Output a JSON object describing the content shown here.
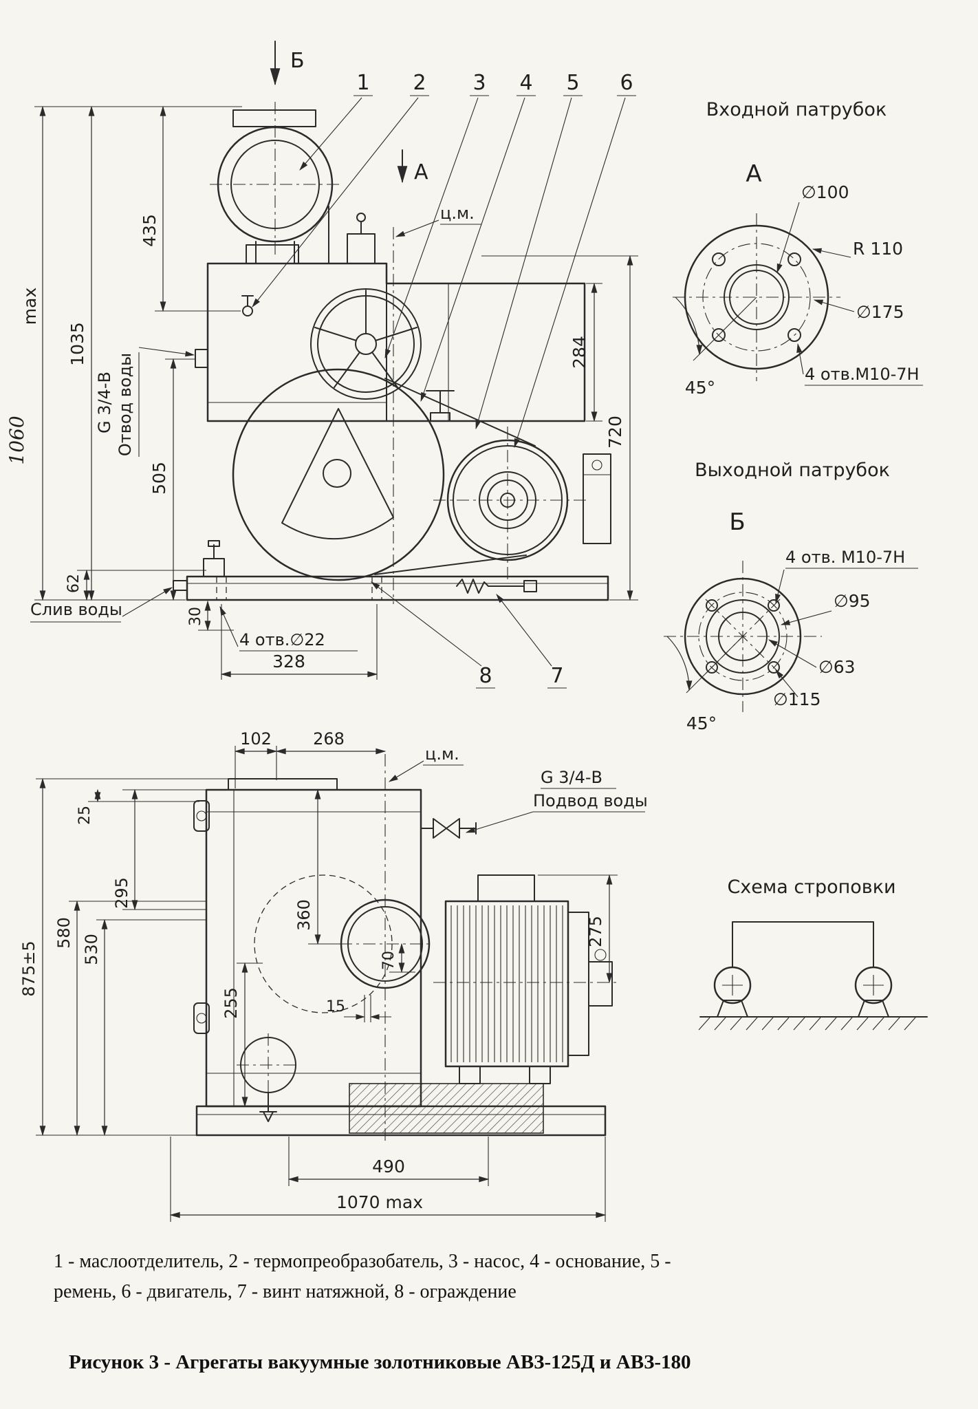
{
  "page": {
    "background": "#f7f5ef",
    "ink": "#2b2b2b"
  },
  "front_view": {
    "section_arrow_top": "Б",
    "section_arrow_mid": "А",
    "center_of_mass": "ц.м.",
    "callout_1": "1",
    "callout_2": "2",
    "callout_3": "3",
    "callout_4": "4",
    "callout_5": "5",
    "callout_6": "6",
    "callout_7": "7",
    "callout_8": "8",
    "dim_435": "435",
    "dim_1035": "1035",
    "dim_max": "max",
    "dim_1060_handwritten": "1060",
    "dim_505": "505",
    "dim_62": "62",
    "dim_284": "284",
    "dim_720": "720",
    "dim_30": "30",
    "base_holes": "4 отв.∅22",
    "dim_328": "328",
    "water_outlet_thread": "G 3/4-В",
    "water_outlet_label": "Отвод воды",
    "water_drain_label": "Слив воды"
  },
  "inlet_view": {
    "title": "Входной патрубок",
    "view_label": "А",
    "dia_100": "∅100",
    "radius_110": "R 110",
    "dia_175": "∅175",
    "bolt_holes": "4 отв.М10-7Н",
    "angle_45": "45°"
  },
  "outlet_view": {
    "title": "Выходной патрубок",
    "view_label": "Б",
    "bolt_holes": "4 отв. М10-7Н",
    "dia_95": "∅95",
    "dia_63": "∅63",
    "dia_115": "∅115",
    "angle_45": "45°"
  },
  "side_view": {
    "center_of_mass": "ц.м.",
    "dim_102": "102",
    "dim_268": "268",
    "water_inlet_thread": "G 3/4-В",
    "water_inlet_label": "Подвод воды",
    "dim_25": "25",
    "dim_295": "295",
    "dim_580": "580",
    "dim_530": "530",
    "dim_875": "875±5",
    "dim_255": "255",
    "dim_360": "360",
    "dim_15": "15",
    "dim_70": "70",
    "dim_275": "275",
    "dim_490": "490",
    "dim_1070": "1070 max"
  },
  "sling_view": {
    "title": "Схема строповки"
  },
  "legend": {
    "line1": "1 - маслоотделитель, 2 - термопреобразобатель, 3 - насос, 4 - основание, 5 -",
    "line2": "ремень,  6 - двигатель, 7 - винт натяжной, 8 - ограждение"
  },
  "caption": "Рисунок 3 - Агрегаты вакуумные золотниковые АВЗ-125Д и АВЗ-180"
}
